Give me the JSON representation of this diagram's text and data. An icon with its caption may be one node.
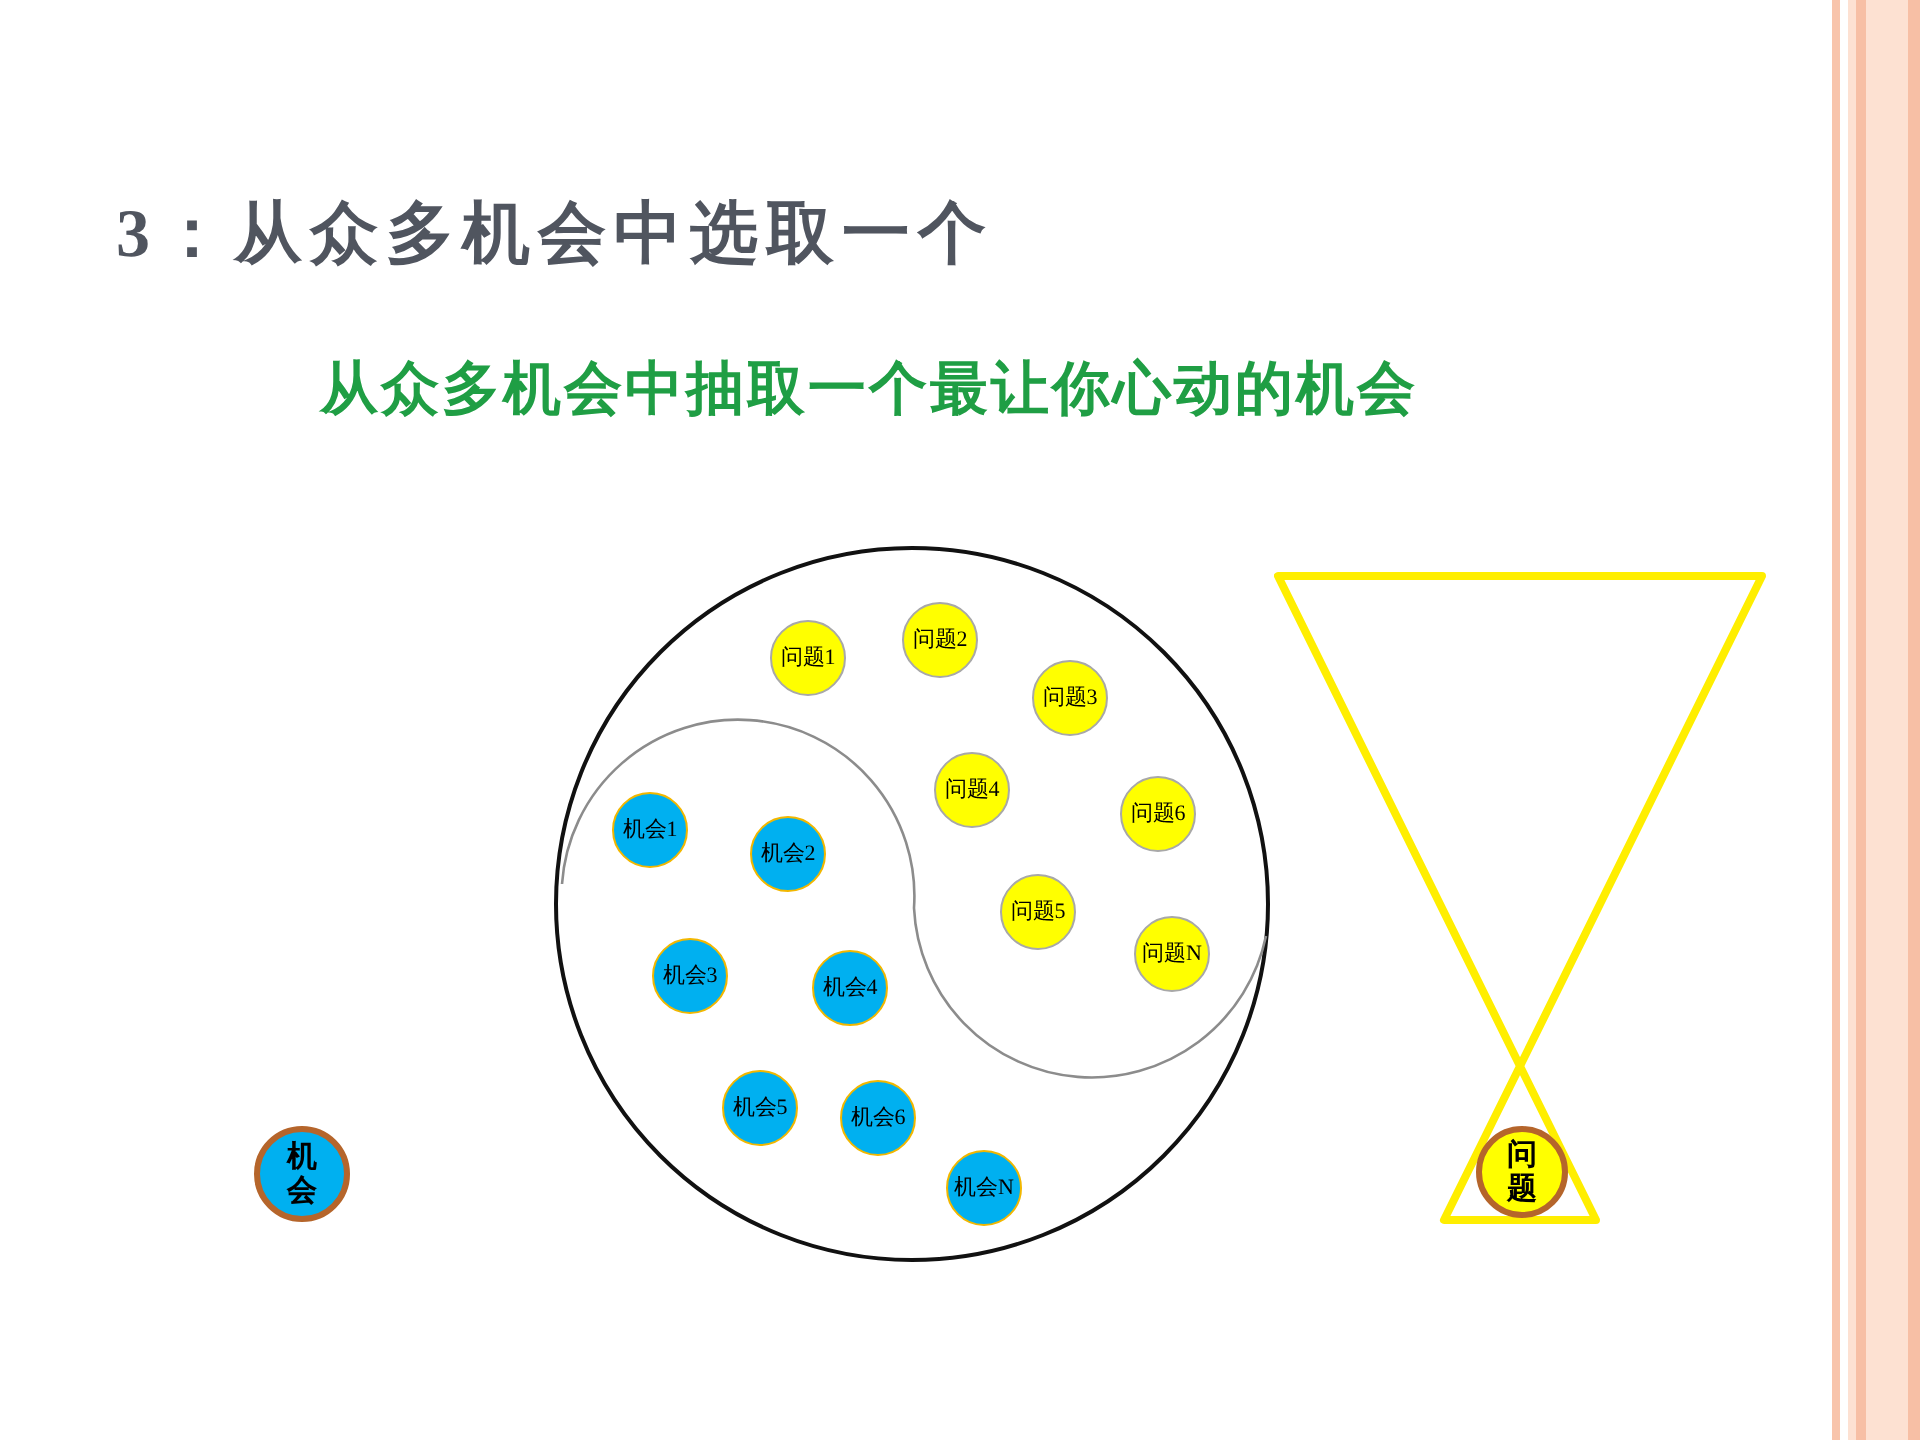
{
  "diagram": {
    "title": "3：从众多机会中选取一个",
    "nodes": [
      {
        "text": [],
        "shape": "circle"
      },
      {
        "text": [
          "问题1"
        ],
        "in": 0
      },
      {
        "text": [
          "问题2"
        ],
        "in": 0
      },
      {
        "text": [
          "问题3"
        ],
        "in": 0
      },
      {
        "text": [
          "问题4"
        ],
        "in": 0
      },
      {
        "text": [
          "问题5"
        ],
        "in": 0
      },
      {
        "text": [
          "问题6"
        ],
        "in": 0
      },
      {
        "text": [
          "问题N"
        ],
        "in": 0
      },
      {
        "text": [
          "机会1"
        ],
        "in": 0
      },
      {
        "text": [
          "机会2"
        ],
        "in": 0
      },
      {
        "text": [
          "机会3"
        ],
        "in": 0
      },
      {
        "text": [
          "机会4"
        ],
        "in": 0
      },
      {
        "text": [
          "机会5"
        ],
        "in": 0
      },
      {
        "text": [
          "机会6"
        ],
        "in": 0
      },
      {
        "text": [
          "机会N"
        ],
        "in": 0
      },
      {
        "text": [
          "机会"
        ]
      },
      {
        "text": [],
        "shape": "hourglass"
      },
      {
        "text": [
          "问题"
        ],
        "in": 16
      }
    ],
    "labels": [
      "从众多机会中抽取一个最让你心动的机会"
    ]
  }
}
